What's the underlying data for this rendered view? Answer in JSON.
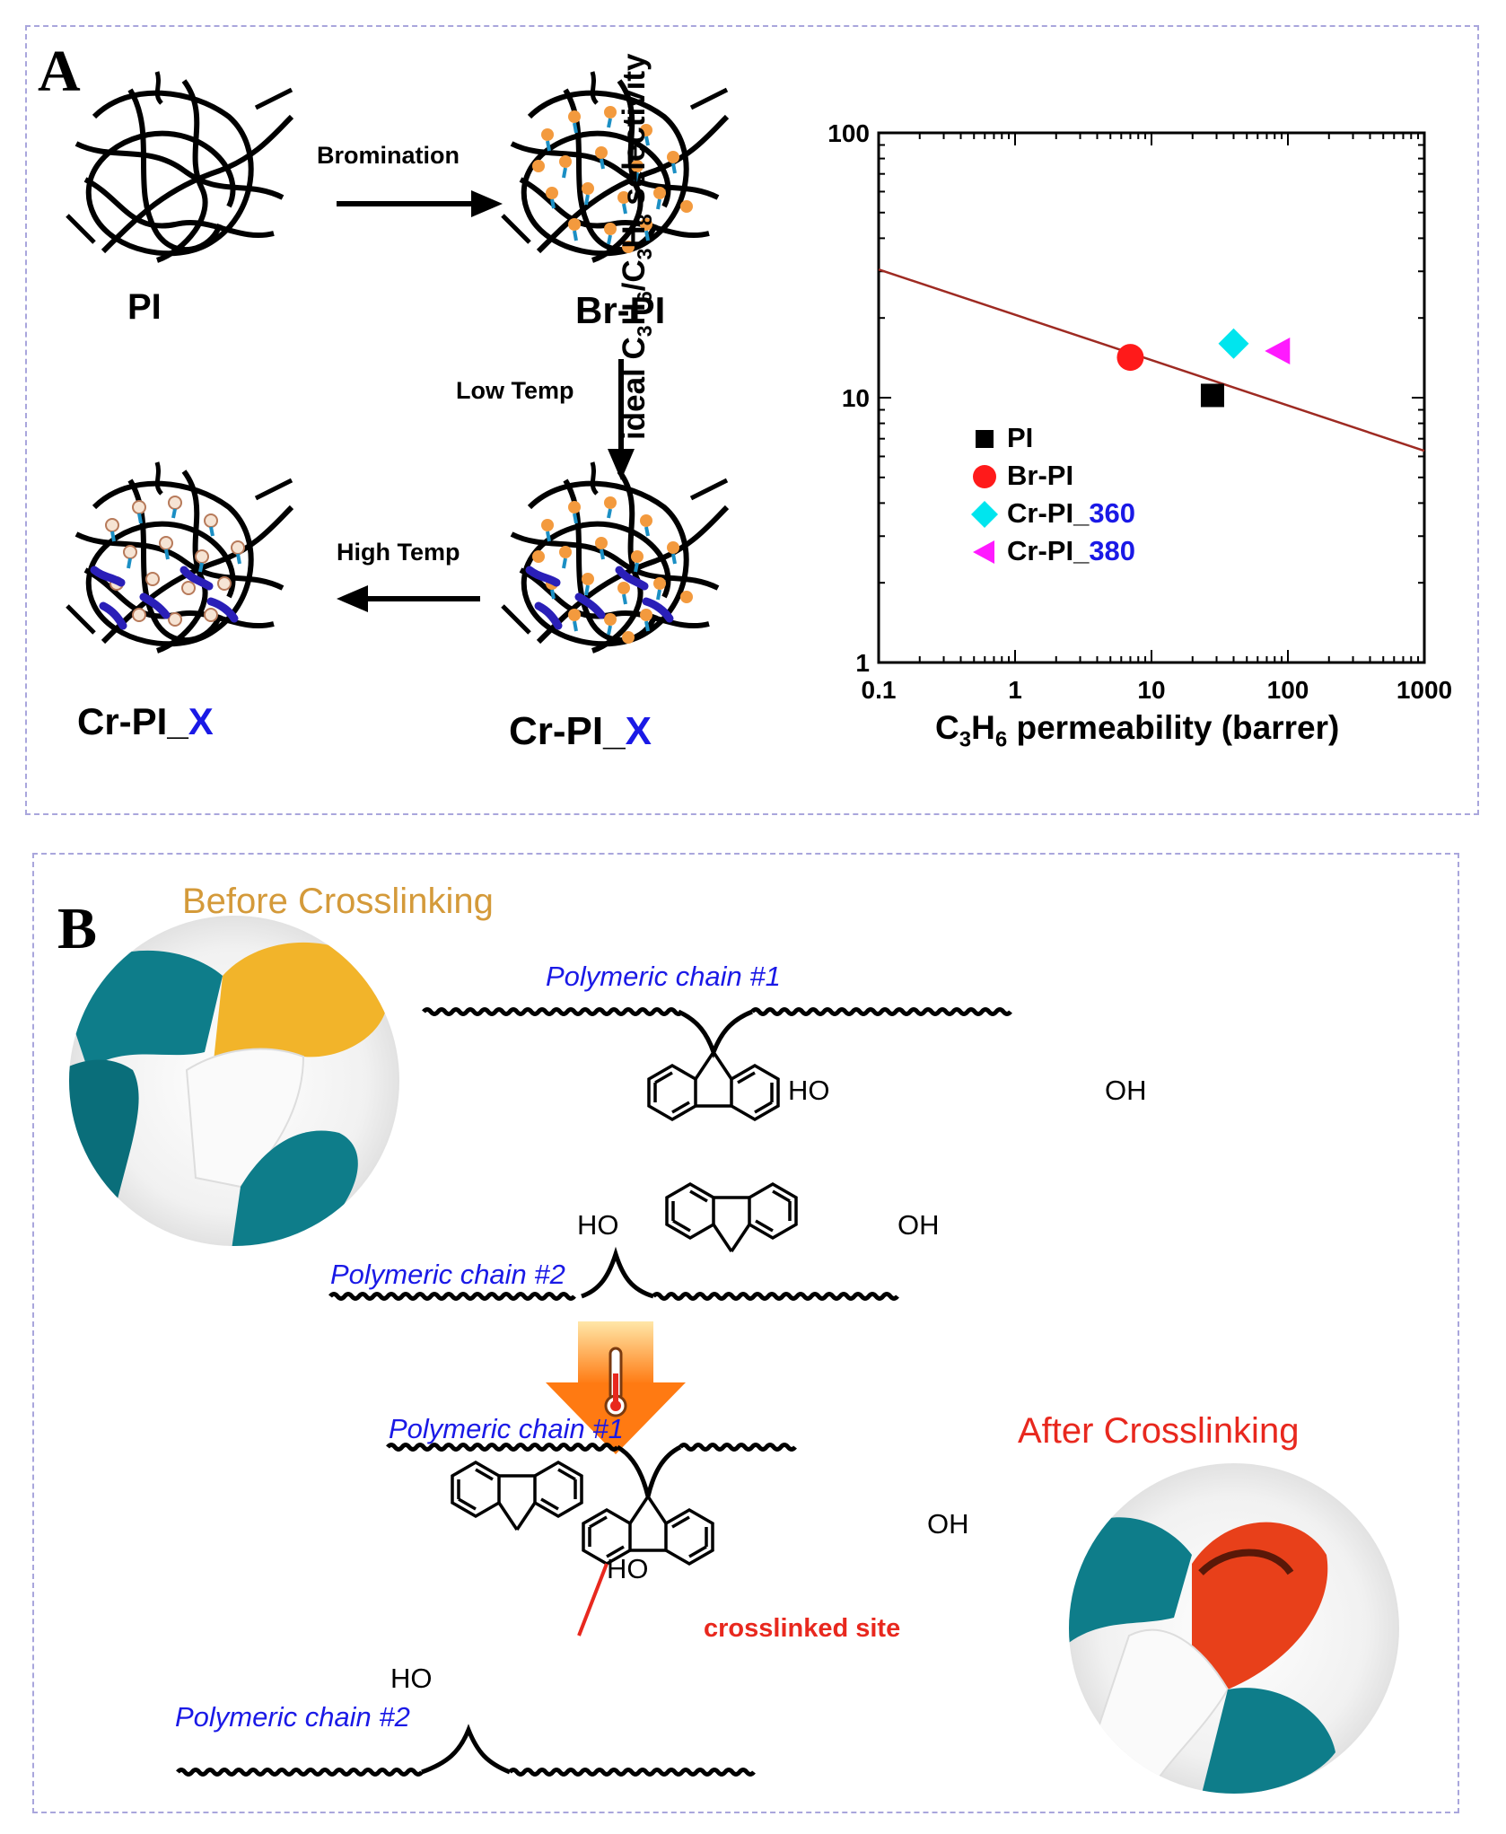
{
  "panel_a": {
    "letter": "A",
    "labels": {
      "pi": "PI",
      "br_pi": "Br-PI",
      "cr_pi_prefix": "Cr-PI_",
      "cr_pi_suffix": "X"
    },
    "arrows": {
      "bromination": "Bromination",
      "low_temp": "Low Temp",
      "high_temp": "High Temp"
    },
    "colors": {
      "bead_orange": "#f39a3e",
      "linker_blue": "#1b8fc4",
      "dark_blue": "#2a1fb8",
      "void": "#f6e4d4"
    }
  },
  "chart_data": {
    "type": "scatter",
    "x_scale": "log",
    "y_scale": "log",
    "xlim": [
      0.1,
      1000
    ],
    "ylim": [
      1,
      100
    ],
    "x_ticks": [
      "0.1",
      "1",
      "10",
      "100",
      "1000"
    ],
    "y_ticks": [
      "1",
      "10",
      "100"
    ],
    "xlabel": "C3H6 permeability (barrer)",
    "ylabel": "ideal C3H6/C3H8 selectivity",
    "upper_bound": {
      "x": [
        0.1,
        1000
      ],
      "y": [
        30.5,
        6.3
      ],
      "color": "#9e2a22"
    },
    "series": [
      {
        "name": "PI",
        "name_suffix": "",
        "x": [
          28
        ],
        "y": [
          10.2
        ],
        "marker": "square",
        "color": "#000000"
      },
      {
        "name": "Br-PI",
        "name_suffix": "",
        "x": [
          7
        ],
        "y": [
          14.2
        ],
        "marker": "circle",
        "color": "#ff1a1a"
      },
      {
        "name": "Cr-PI_",
        "name_suffix": "360",
        "x": [
          40
        ],
        "y": [
          16
        ],
        "marker": "diamond",
        "color": "#00e5ee"
      },
      {
        "name": "Cr-PI_",
        "name_suffix": "380",
        "x": [
          85
        ],
        "y": [
          15
        ],
        "marker": "triangle-left",
        "color": "#ff1aff"
      }
    ],
    "legend_position": "bottom-left"
  },
  "panel_b": {
    "letter": "B",
    "before_title": "Before Crosslinking",
    "after_title": "After Crosslinking",
    "chain1": "Polymeric chain #1",
    "chain2": "Polymeric chain #2",
    "oh": "OH",
    "ho": "HO",
    "crosslinked_site": "crosslinked site",
    "colors": {
      "before": "#d49a3a",
      "after": "#e8281e",
      "glove": "#0e7d8a",
      "film_before": "#f2b42a",
      "film_after": "#e8401a",
      "arrow_top": "#ffe7a8",
      "arrow_bottom": "#ff7a12"
    }
  }
}
